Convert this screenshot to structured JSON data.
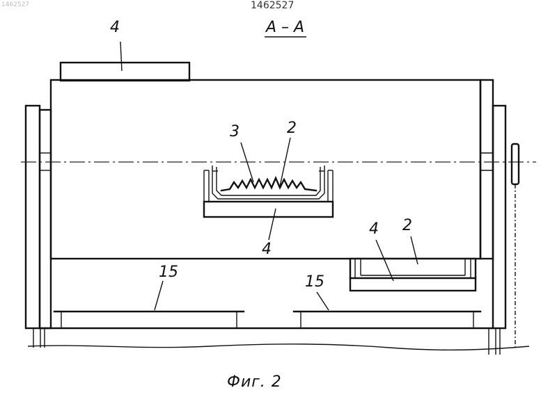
{
  "doc_number": "1462527",
  "header_number": "1462527",
  "section_label": "A – A",
  "figure_caption": "Фиг. 2",
  "labels": {
    "top_block": "4",
    "heater_3": "3",
    "heater_2": "2",
    "tray_4": "4",
    "right_tray_4": "4",
    "right_tray_2": "2",
    "support_left_15": "15",
    "support_right_15": "15"
  }
}
